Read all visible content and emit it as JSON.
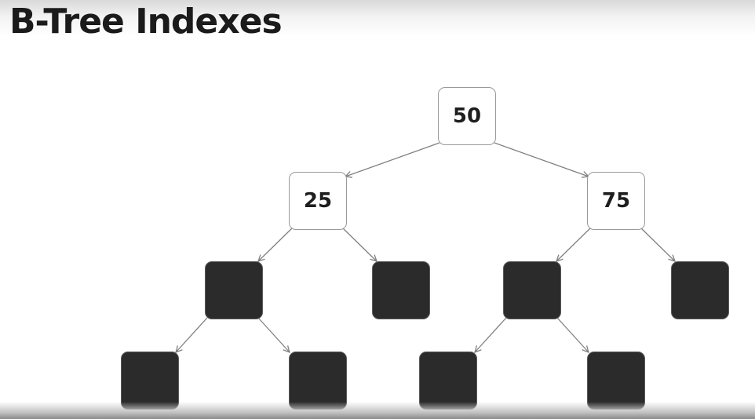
{
  "title": "B-Tree Indexes",
  "tree": {
    "root": "50",
    "level2": [
      "25",
      "75"
    ]
  },
  "colors": {
    "key_node_fill": "#ffffff",
    "key_node_border": "#9a9a9a",
    "empty_node_fill": "#2b2b2b",
    "edge": "#808080",
    "title": "#1b1b1b"
  }
}
